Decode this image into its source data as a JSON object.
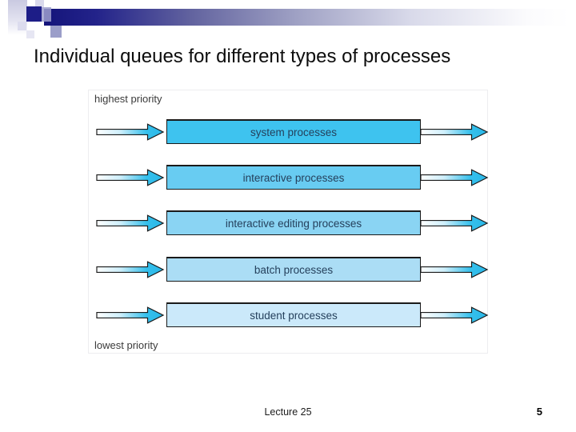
{
  "slide": {
    "title": "Individual queues for different types of processes",
    "footer": {
      "label": "Lecture 25",
      "page_number": "5"
    }
  },
  "diagram": {
    "top_label": "highest priority",
    "bottom_label": "lowest priority",
    "queues": [
      {
        "label": "system processes",
        "fill": "#3EC3EF"
      },
      {
        "label": "interactive processes",
        "fill": "#68CCF2"
      },
      {
        "label": "interactive editing processes",
        "fill": "#8AD4F3"
      },
      {
        "label": "batch processes",
        "fill": "#ABDDF5"
      },
      {
        "label": "student processes",
        "fill": "#CBE9FA"
      }
    ],
    "colors": {
      "arrow_cyan": "#35C0EC",
      "outline": "#1A1A1A",
      "queue_text": "#25405C",
      "priority_label_text": "#3A3A3A"
    }
  },
  "theme": {
    "bar_navy": "#14147A",
    "accent_square_navy": "#1D1D87",
    "background": "#FFFFFF"
  }
}
